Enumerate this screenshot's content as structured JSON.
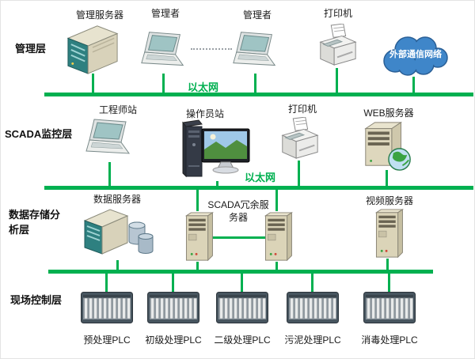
{
  "layers": {
    "management": "管理层",
    "scada": "SCADA监控层",
    "storage": "数据存储分析层",
    "field": "现场控制层"
  },
  "ethernet": {
    "top": "以太网",
    "middle": "以太网"
  },
  "management_row": {
    "server": "管理服务器",
    "manager_left": "管理者",
    "manager_right": "管理者",
    "printer": "打印机",
    "cloud": "外部通信网络"
  },
  "scada_row": {
    "engineer_station": "工程师站",
    "operator_station": "操作员站",
    "printer": "打印机",
    "web_server": "WEB服务器"
  },
  "storage_row": {
    "data_server": "数据服务器",
    "scada_redundant_server": "SCADA冗余服务器",
    "video_server": "视频服务器"
  },
  "field_row": {
    "plc_pretreatment": "预处理PLC",
    "plc_primary": "初级处理PLC",
    "plc_secondary": "二级处理PLC",
    "plc_sludge": "污泥处理PLC",
    "plc_disinfection": "消毒处理PLC"
  },
  "colors": {
    "bus_green": "#00b050",
    "cloud_blue": "#3f86c9"
  }
}
